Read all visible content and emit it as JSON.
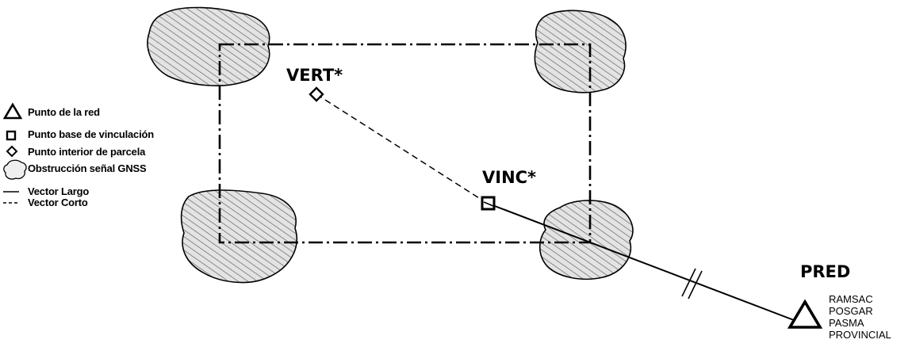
{
  "legend": {
    "items": [
      {
        "icon": "triangle-icon",
        "label": "Punto de la red"
      },
      {
        "icon": "square-icon",
        "label": "Punto base de vinculación"
      },
      {
        "icon": "diamond-icon",
        "label": "Punto interior de parcela"
      },
      {
        "icon": "cloud-icon",
        "label": "Obstrucción señal GNSS"
      },
      {
        "icon": "solid-line-icon",
        "label": "Vector Largo"
      },
      {
        "icon": "dashed-line-icon",
        "label": "Vector Corto"
      }
    ]
  },
  "points": {
    "vert": "VERT*",
    "vinc": "VINC*",
    "pred": "PRED"
  },
  "networks": [
    "RAMSAC",
    "POSGAR",
    "PASMA",
    "PROVINCIAL"
  ],
  "colors": {
    "ink": "#000000",
    "hatch": "#555555",
    "fill": "#d9d9d9"
  }
}
